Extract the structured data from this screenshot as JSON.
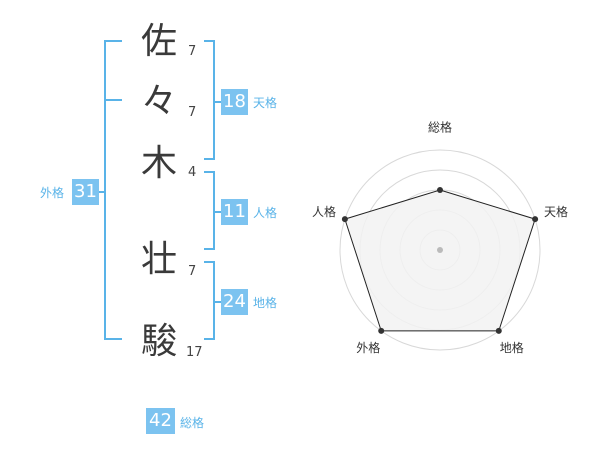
{
  "colors": {
    "accent": "#59b3e8",
    "box": "#7cc3f0",
    "text": "#3a3a3a"
  },
  "name": {
    "characters": [
      {
        "char": "佐",
        "strokes": "7"
      },
      {
        "char": "々",
        "strokes": "7"
      },
      {
        "char": "木",
        "strokes": "4"
      },
      {
        "char": "壮",
        "strokes": "7"
      },
      {
        "char": "駿",
        "strokes": "17"
      }
    ]
  },
  "fortune": {
    "tenkaku": {
      "value": "18",
      "label": "天格"
    },
    "jinkaku": {
      "value": "11",
      "label": "人格"
    },
    "chikaku": {
      "value": "24",
      "label": "地格"
    },
    "gaikaku": {
      "value": "31",
      "label": "外格"
    },
    "soukaku": {
      "value": "42",
      "label": "総格"
    }
  },
  "chart_data": {
    "type": "radar",
    "axes": [
      "総格",
      "天格",
      "地格",
      "外格",
      "人格"
    ],
    "values": [
      3,
      5,
      5,
      5,
      5
    ],
    "max": 5,
    "rings": 5,
    "grid": true
  }
}
